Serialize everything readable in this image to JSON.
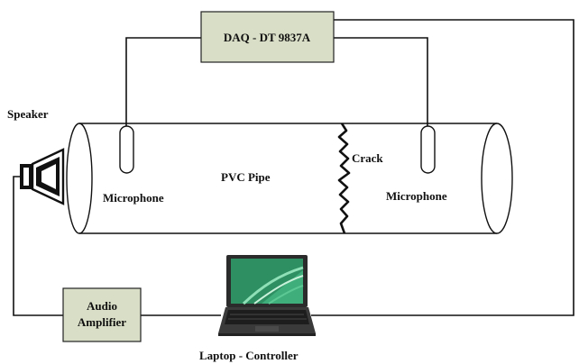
{
  "title": "",
  "daq": {
    "label": "DAQ - DT 9837A"
  },
  "pipe": {
    "label": "PVC Pipe"
  },
  "crack": {
    "label": "Crack"
  },
  "speaker": {
    "label": "Speaker"
  },
  "microphone_left": {
    "label": "Microphone"
  },
  "microphone_right": {
    "label": "Microphone"
  },
  "amplifier": {
    "line1": "Audio",
    "line2": "Amplifier"
  },
  "laptop": {
    "label": "Laptop - Controller"
  },
  "colors": {
    "box_fill": "#d9dfc6",
    "box_stroke": "#222222",
    "wire": "#111111",
    "laptop_body": "#2b2b2b",
    "laptop_screen": "#3fae7a",
    "background": "#ffffff"
  }
}
